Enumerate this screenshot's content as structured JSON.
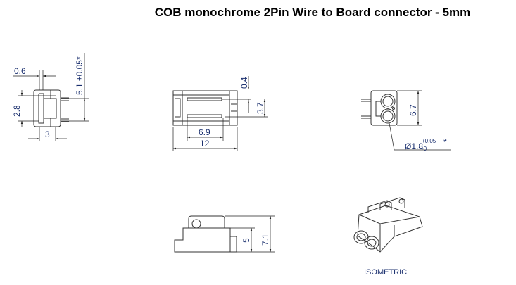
{
  "title": "COB monochrome 2Pin Wire to Board connector - 5mm",
  "side_view": {
    "dim_pin_width": "0.6",
    "dim_height": "5.1",
    "dim_height_tol": "±0.05*",
    "dim_slot": "2.8",
    "dim_depth": "3"
  },
  "top_view": {
    "dim_pin_thickness": "0.4",
    "dim_pin_pitch": "3.7",
    "dim_pin_length": "6.9",
    "dim_length": "12"
  },
  "end_view": {
    "dim_width": "6.7",
    "dim_hole": "Ø1.8",
    "dim_hole_tol_plus": "+0.05",
    "dim_hole_tol_minus": "-0",
    "dim_hole_mark": "*"
  },
  "front_view": {
    "dim_body_height": "5",
    "dim_total_height": "7.1"
  },
  "isometric": {
    "label": "ISOMETRIC"
  }
}
